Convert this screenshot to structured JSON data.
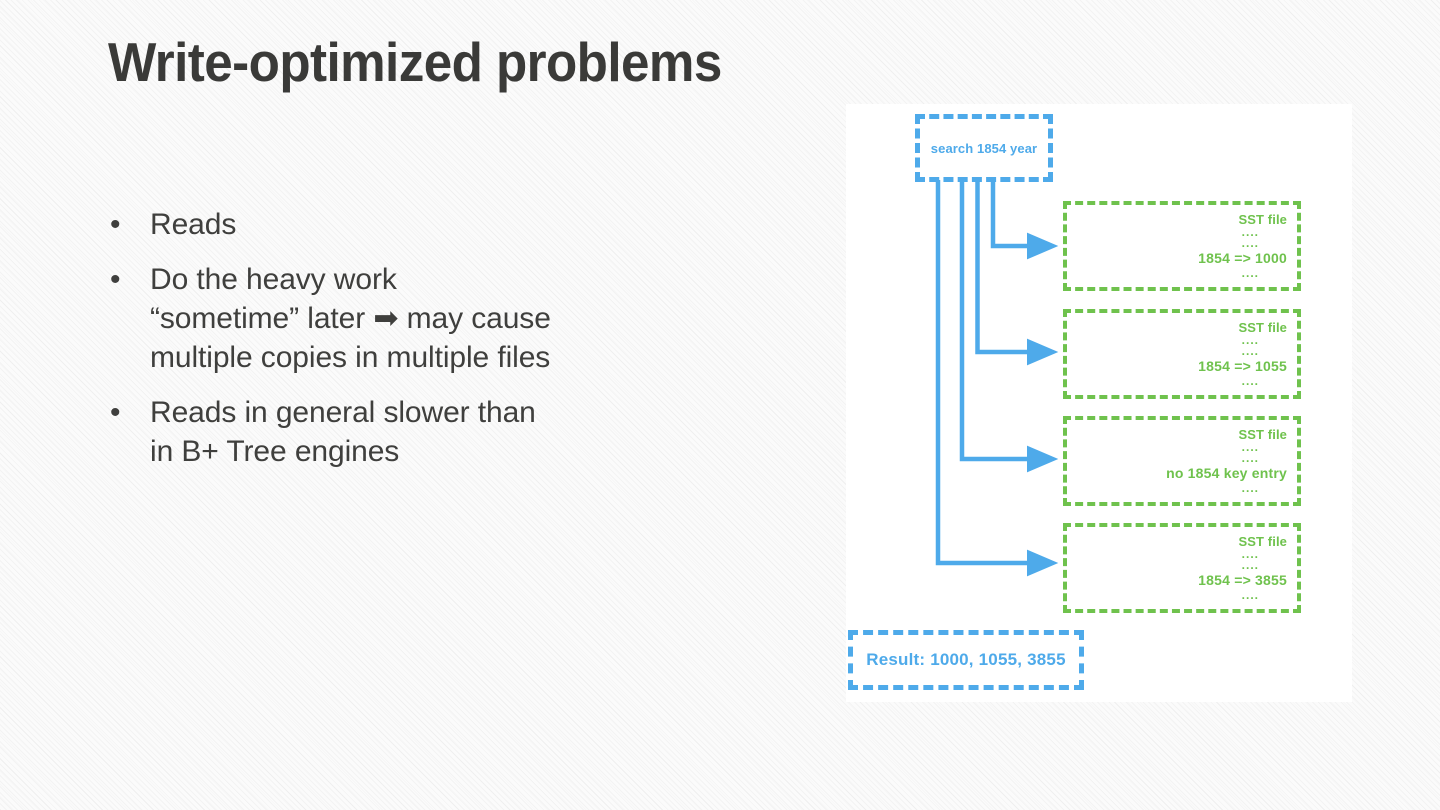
{
  "slide": {
    "title": "Write-optimized problems",
    "bullet_marker": "•",
    "bullets": [
      {
        "lines": [
          "Reads"
        ]
      },
      {
        "lines": [
          "Do the heavy work",
          "“sometime” later ➡ may cause",
          "multiple copies in multiple files"
        ]
      },
      {
        "lines": [
          "Reads in general slower than",
          "in B+ Tree engines"
        ]
      }
    ]
  },
  "diagram": {
    "query": {
      "label": "search 1854 year"
    },
    "sst_files": [
      {
        "title": "SST file",
        "dots_top": "....",
        "dots_mid": "....",
        "entry": "1854 => 1000",
        "dots_bottom": "...."
      },
      {
        "title": "SST file",
        "dots_top": "....",
        "dots_mid": "....",
        "entry": "1854 => 1055",
        "dots_bottom": "...."
      },
      {
        "title": "SST file",
        "dots_top": "....",
        "dots_mid": "....",
        "entry": "no 1854 key entry",
        "dots_bottom": "...."
      },
      {
        "title": "SST file",
        "dots_top": "....",
        "dots_mid": "....",
        "entry": "1854 => 3855",
        "dots_bottom": "...."
      }
    ],
    "result": {
      "label": "Result: 1000, 1055, 3855"
    },
    "colors": {
      "query_blue": "#4eaaea",
      "sst_green": "#6fc24d",
      "connector_blue": "#4eaaea",
      "panel_background": "#ffffff",
      "title_text": "#3a3a38",
      "body_text": "#3f3f3d"
    }
  }
}
